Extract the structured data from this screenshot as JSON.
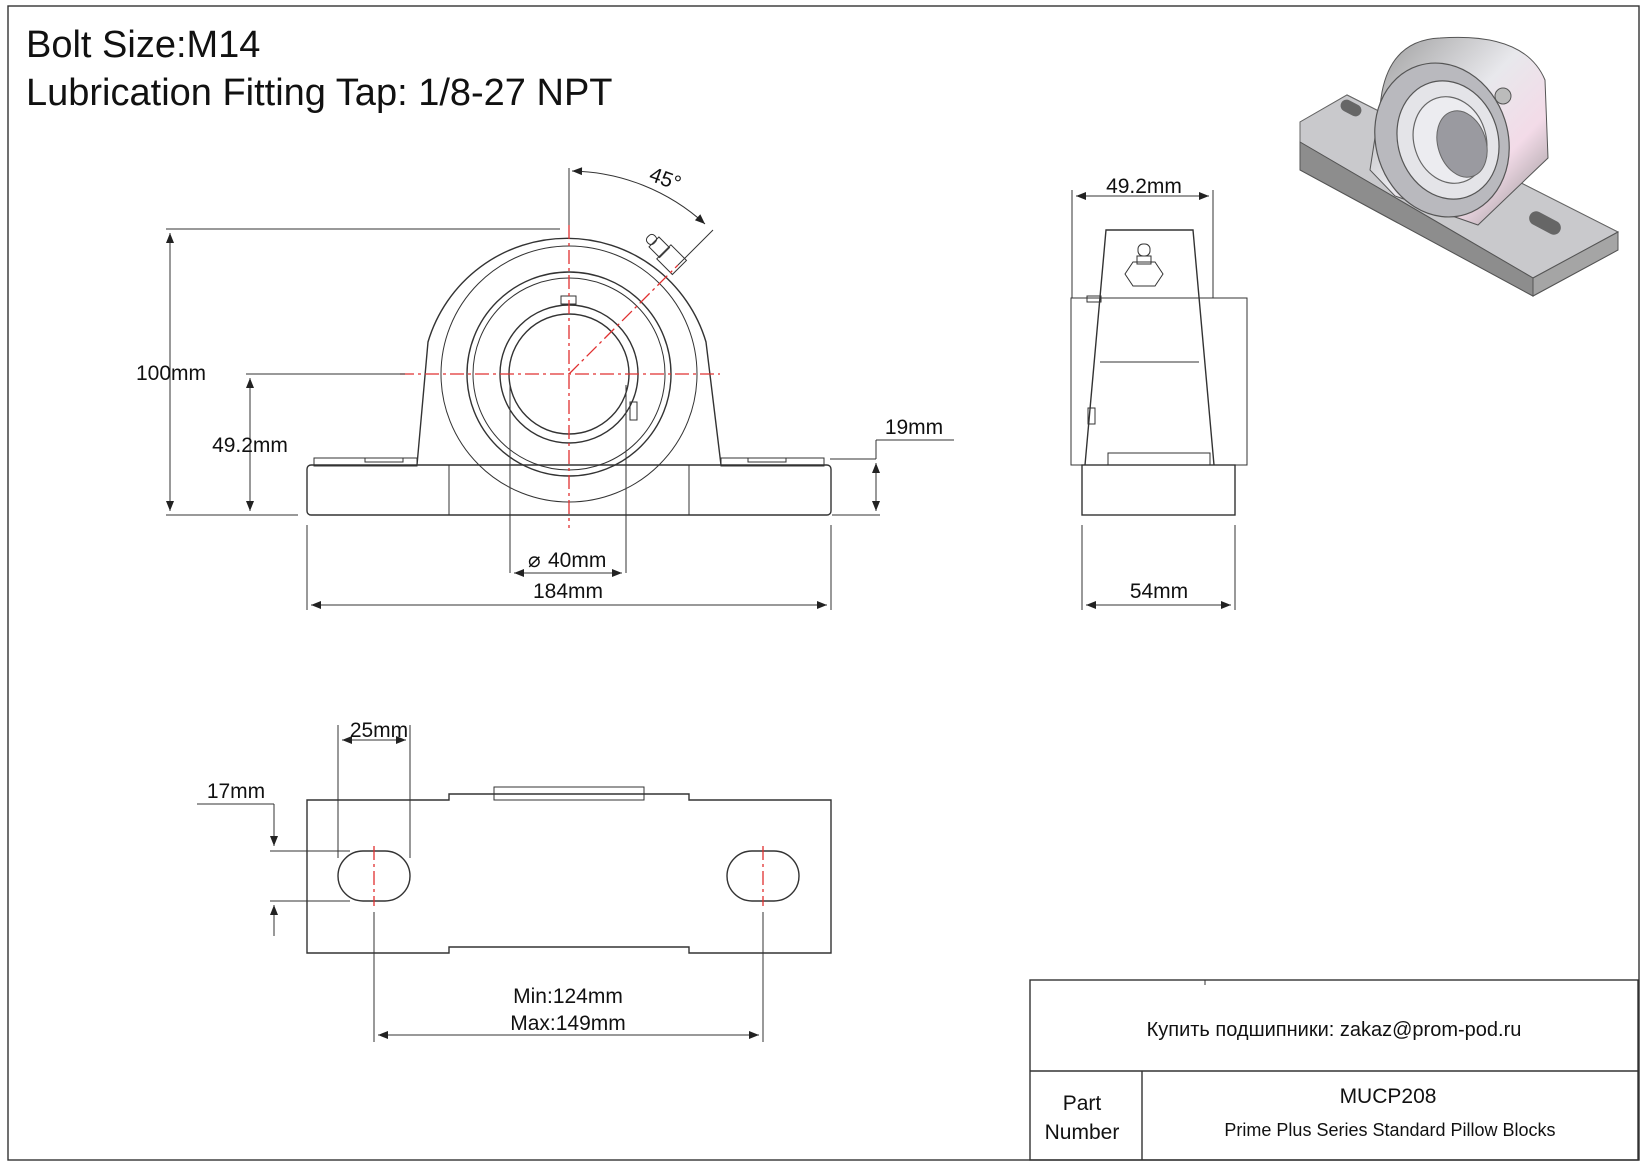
{
  "header": {
    "bolt_size": "Bolt Size:M14",
    "lube_fitting": "Lubrication Fitting Tap: 1/8-27 NPT"
  },
  "dimensions": {
    "angle": "45°",
    "height_total": "100mm",
    "center_height": "49.2mm",
    "base_thickness": "19mm",
    "bore": "40mm",
    "bore_symbol": "⌀",
    "length": "184mm",
    "side_width_top": "49.2mm",
    "side_width_base": "54mm",
    "slot_length": "25mm",
    "slot_width": "17mm",
    "bolt_spacing_min": "Min:124mm",
    "bolt_spacing_max": "Max:149mm"
  },
  "title_block": {
    "buy_text": "Купить подшипники: zakaz@prom-pod.ru",
    "part_label_1": "Part",
    "part_label_2": "Number",
    "part_number": "MUCP208",
    "description": "Prime Plus Series Standard Pillow Blocks"
  }
}
